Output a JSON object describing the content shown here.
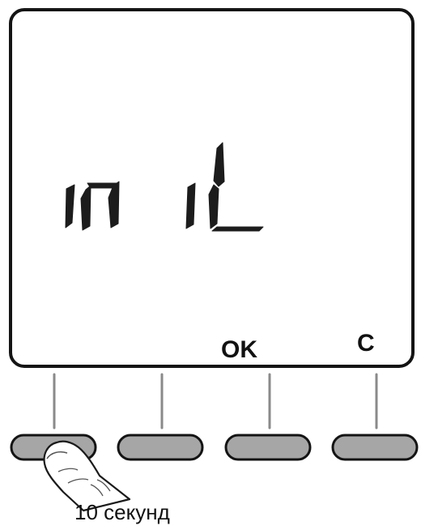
{
  "display": {
    "text": "init",
    "label_ok": "OK",
    "label_c": "C"
  },
  "buttons": [
    {
      "id": "button-1",
      "label": ""
    },
    {
      "id": "button-2",
      "label": ""
    },
    {
      "id": "button-ok",
      "label": "OK"
    },
    {
      "id": "button-c",
      "label": "C"
    }
  ],
  "caption": "10 секунд",
  "colors": {
    "frame": "#141414",
    "key_fill": "#a6a6a6",
    "connector": "#8a8a8a",
    "segment": "#1c1c1c"
  },
  "icons": [
    "finger-press-icon"
  ]
}
